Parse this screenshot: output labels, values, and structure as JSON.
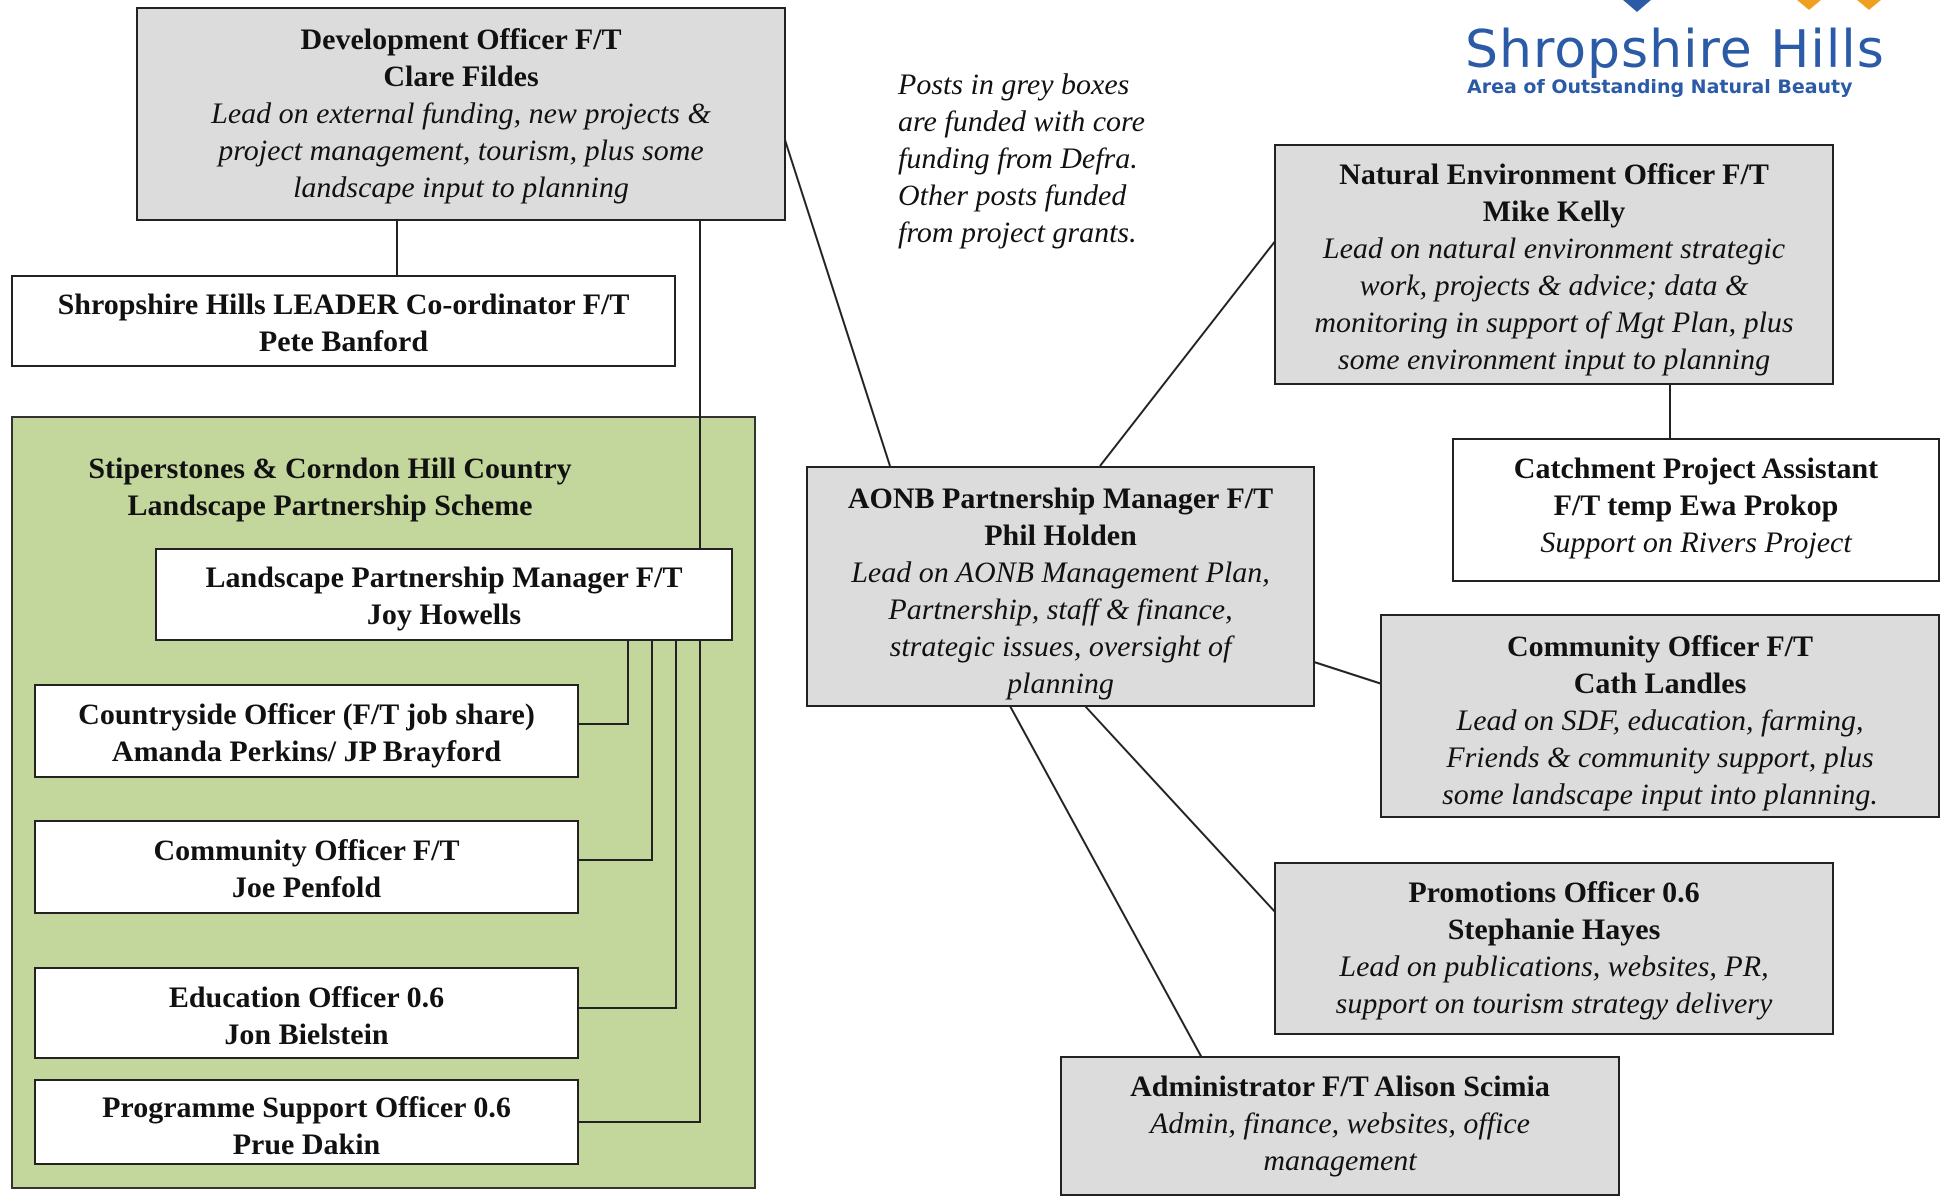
{
  "note": {
    "lines": [
      "Posts in grey boxes",
      "are funded with core",
      "funding from Defra.",
      "Other posts funded",
      "from project grants."
    ]
  },
  "logo": {
    "name": "Shropshire Hills",
    "subtitle": "Area of Outstanding Natural Beauty",
    "colors": {
      "text": "#2b5aa6",
      "wing_blue": "#2b5aa6",
      "wing_orange": "#f0a020"
    }
  },
  "colors": {
    "grey_box": "#dcdcdc",
    "white_box": "#ffffff",
    "green_panel": "#c3d69b",
    "line": "#222222"
  },
  "panel": {
    "title_line1": "Stiperstones & Corndon Hill Country",
    "title_line2": "Landscape Partnership Scheme"
  },
  "boxes": {
    "development": {
      "role": "Development Officer F/T",
      "name": "Clare Fildes",
      "desc": [
        "Lead on external funding, new projects &",
        "project management, tourism, plus some",
        "landscape input to planning"
      ]
    },
    "leader": {
      "role": "Shropshire Hills LEADER Co-ordinator F/T",
      "name": "Pete Banford"
    },
    "lpm": {
      "role": "Landscape Partnership Manager F/T",
      "name": "Joy Howells"
    },
    "countryside": {
      "role": "Countryside Officer (F/T job share)",
      "name": "Amanda Perkins/ JP Brayford"
    },
    "community_lp": {
      "role": "Community Officer F/T",
      "name": "Joe Penfold"
    },
    "education": {
      "role": "Education Officer  0.6",
      "name": "Jon Bielstein"
    },
    "programme": {
      "role": "Programme Support Officer  0.6",
      "name": "Prue Dakin"
    },
    "manager": {
      "role": "AONB Partnership Manager F/T",
      "name": "Phil Holden",
      "desc": [
        "Lead on AONB Management Plan,",
        "Partnership, staff & finance,",
        "strategic issues, oversight of",
        "planning"
      ]
    },
    "natural": {
      "role": "Natural Environment Officer F/T",
      "name": "Mike Kelly",
      "desc": [
        "Lead on natural environment strategic",
        "work, projects & advice; data &",
        "monitoring in support of Mgt Plan, plus",
        "some environment input to planning"
      ]
    },
    "catchment": {
      "role": "Catchment Project Assistant",
      "name": "F/T temp  Ewa Prokop",
      "desc": [
        "Support on Rivers Project"
      ]
    },
    "community": {
      "role": "Community Officer  F/T",
      "name": "Cath Landles",
      "desc": [
        "Lead on SDF, education, farming,",
        "Friends & community support, plus",
        "some landscape input into planning."
      ]
    },
    "promotions": {
      "role": "Promotions Officer  0.6",
      "name": "Stephanie Hayes",
      "desc": [
        "Lead on publications, websites, PR,",
        "support on tourism strategy delivery"
      ]
    },
    "admin": {
      "role": "Administrator F/T   Alison Scimia",
      "desc": [
        "Admin, finance, websites, office",
        "management"
      ]
    }
  }
}
